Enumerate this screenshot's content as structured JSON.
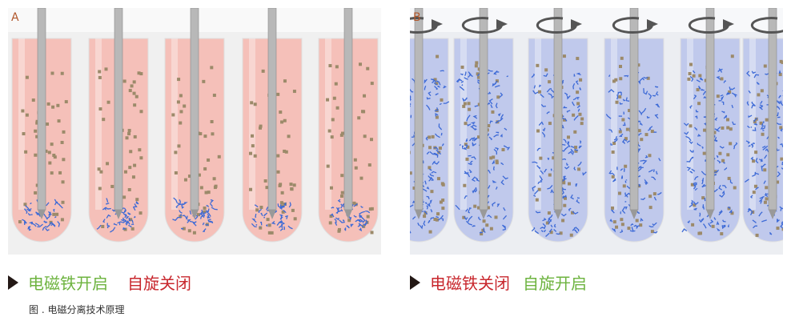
{
  "panel_a": {
    "label": "A",
    "tube_count": 5,
    "tube_color": "#f7b8b0"
  },
  "panel_b": {
    "label": "B",
    "tube_count": 6,
    "tube_color": "#b9c3ec"
  },
  "caption_a": {
    "part1": "电磁铁开启",
    "part2": "自旋关闭"
  },
  "caption_b": {
    "part1": "电磁铁关闭",
    "part2": "自旋开启"
  },
  "figure_caption": "图 . 电磁分离技术原理",
  "colors": {
    "green": "#6db33f",
    "red": "#c8272d"
  }
}
